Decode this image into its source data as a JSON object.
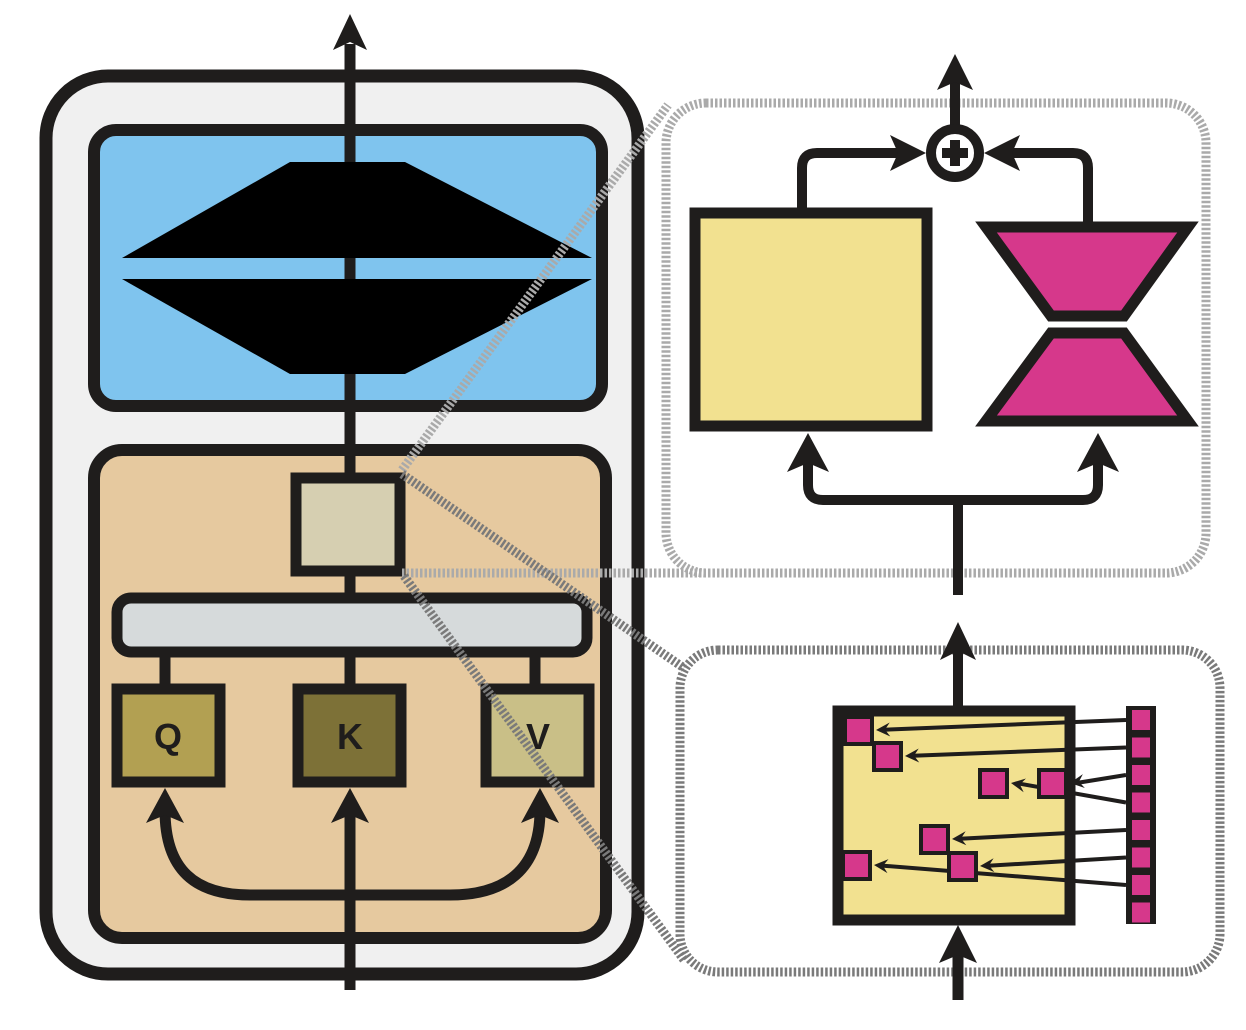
{
  "diagram": {
    "title": "Transformer block with zoom-in insets",
    "colors": {
      "stroke": "#1f1d1c",
      "outer_block_fill": "#f0f0f0",
      "ffn_fill": "#7fc4ee",
      "attention_fill": "#e6c99f",
      "output_proj_fill": "#d6cfb1",
      "attention_bar_fill": "#d6dadb",
      "q_fill": "#b2a052",
      "k_fill": "#7d7137",
      "v_fill": "#c9bf87",
      "yellow_module_fill": "#f2e190",
      "magenta_fill": "#d6388b",
      "zoom_line_light": "#aaaaaa",
      "zoom_line_dark": "#7a7a7a"
    },
    "left_block": {
      "name": "transformer-block",
      "ffn": {
        "name": "feed-forward"
      },
      "attention": {
        "name": "attention",
        "heads": [
          {
            "id": "q",
            "label": "Q"
          },
          {
            "id": "k",
            "label": "K"
          },
          {
            "id": "v",
            "label": "V"
          }
        ]
      }
    },
    "inset_top": {
      "name": "output-projection-detail",
      "combine_symbol": "+",
      "branches": [
        "dense-linear",
        "low-rank-bottleneck"
      ]
    },
    "inset_bottom": {
      "name": "sparse-update-detail",
      "source_cells": 8
    }
  }
}
